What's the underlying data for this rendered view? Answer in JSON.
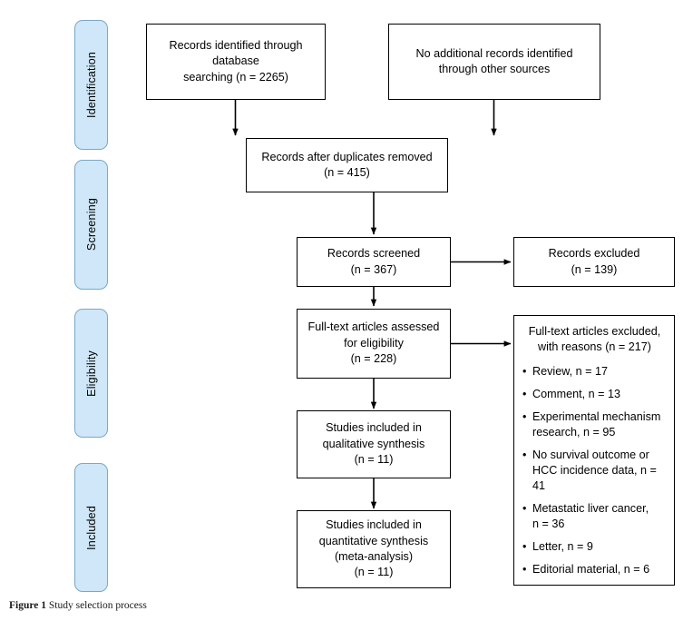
{
  "figure": {
    "caption_label": "Figure 1",
    "caption_text": "Study selection process"
  },
  "colors": {
    "stage_fill": "#cfe7f8",
    "stage_border": "#7aa8c8",
    "node_border": "#000000",
    "node_fill": "#ffffff",
    "background": "#ffffff"
  },
  "stages": [
    {
      "label": "Identification"
    },
    {
      "label": "Screening"
    },
    {
      "label": "Eligibility"
    },
    {
      "label": "Included"
    }
  ],
  "nodes": {
    "records_identified": "Records identified through database\nsearching (n = 2265)",
    "no_additional_records": "No additional records identified\nthrough other sources",
    "records_after_duplicates": "Records after duplicates removed\n(n = 415)",
    "records_screened": "Records screened\n(n = 367)",
    "records_excluded": "Records excluded\n(n = 139)",
    "fulltext_assessed": "Full-text articles assessed\nfor eligibility\n(n = 228)",
    "qualitative_synthesis": "Studies included in\nqualitative synthesis\n(n = 11)",
    "quantitative_synthesis": "Studies included in\nquantitative synthesis\n(meta-analysis)\n(n = 11)"
  },
  "exclusions": {
    "heading": "Full-text articles excluded,\nwith reasons (n = 217)",
    "reasons": [
      "Review, n = 17",
      "Comment, n = 13",
      "Experimental mechanism\nresearch, n = 95",
      "No survival outcome or\nHCC incidence data, n = 41",
      "Metastatic liver cancer,\nn = 36",
      "Letter, n = 9",
      "Editorial material, n = 6"
    ]
  },
  "flow_data": {
    "type": "prisma-flow",
    "counts": {
      "database_records": 2265,
      "additional_records": 0,
      "after_duplicates": 415,
      "screened": 367,
      "excluded_at_screening": 139,
      "fulltext_assessed": 228,
      "fulltext_excluded": 217,
      "qualitative_synthesis": 11,
      "quantitative_synthesis": 11
    },
    "exclusion_reason_counts": {
      "Review": 17,
      "Comment": 13,
      "Experimental mechanism research": 95,
      "No survival outcome or HCC incidence data": 41,
      "Metastatic liver cancer": 36,
      "Letter": 9,
      "Editorial material": 6
    }
  }
}
